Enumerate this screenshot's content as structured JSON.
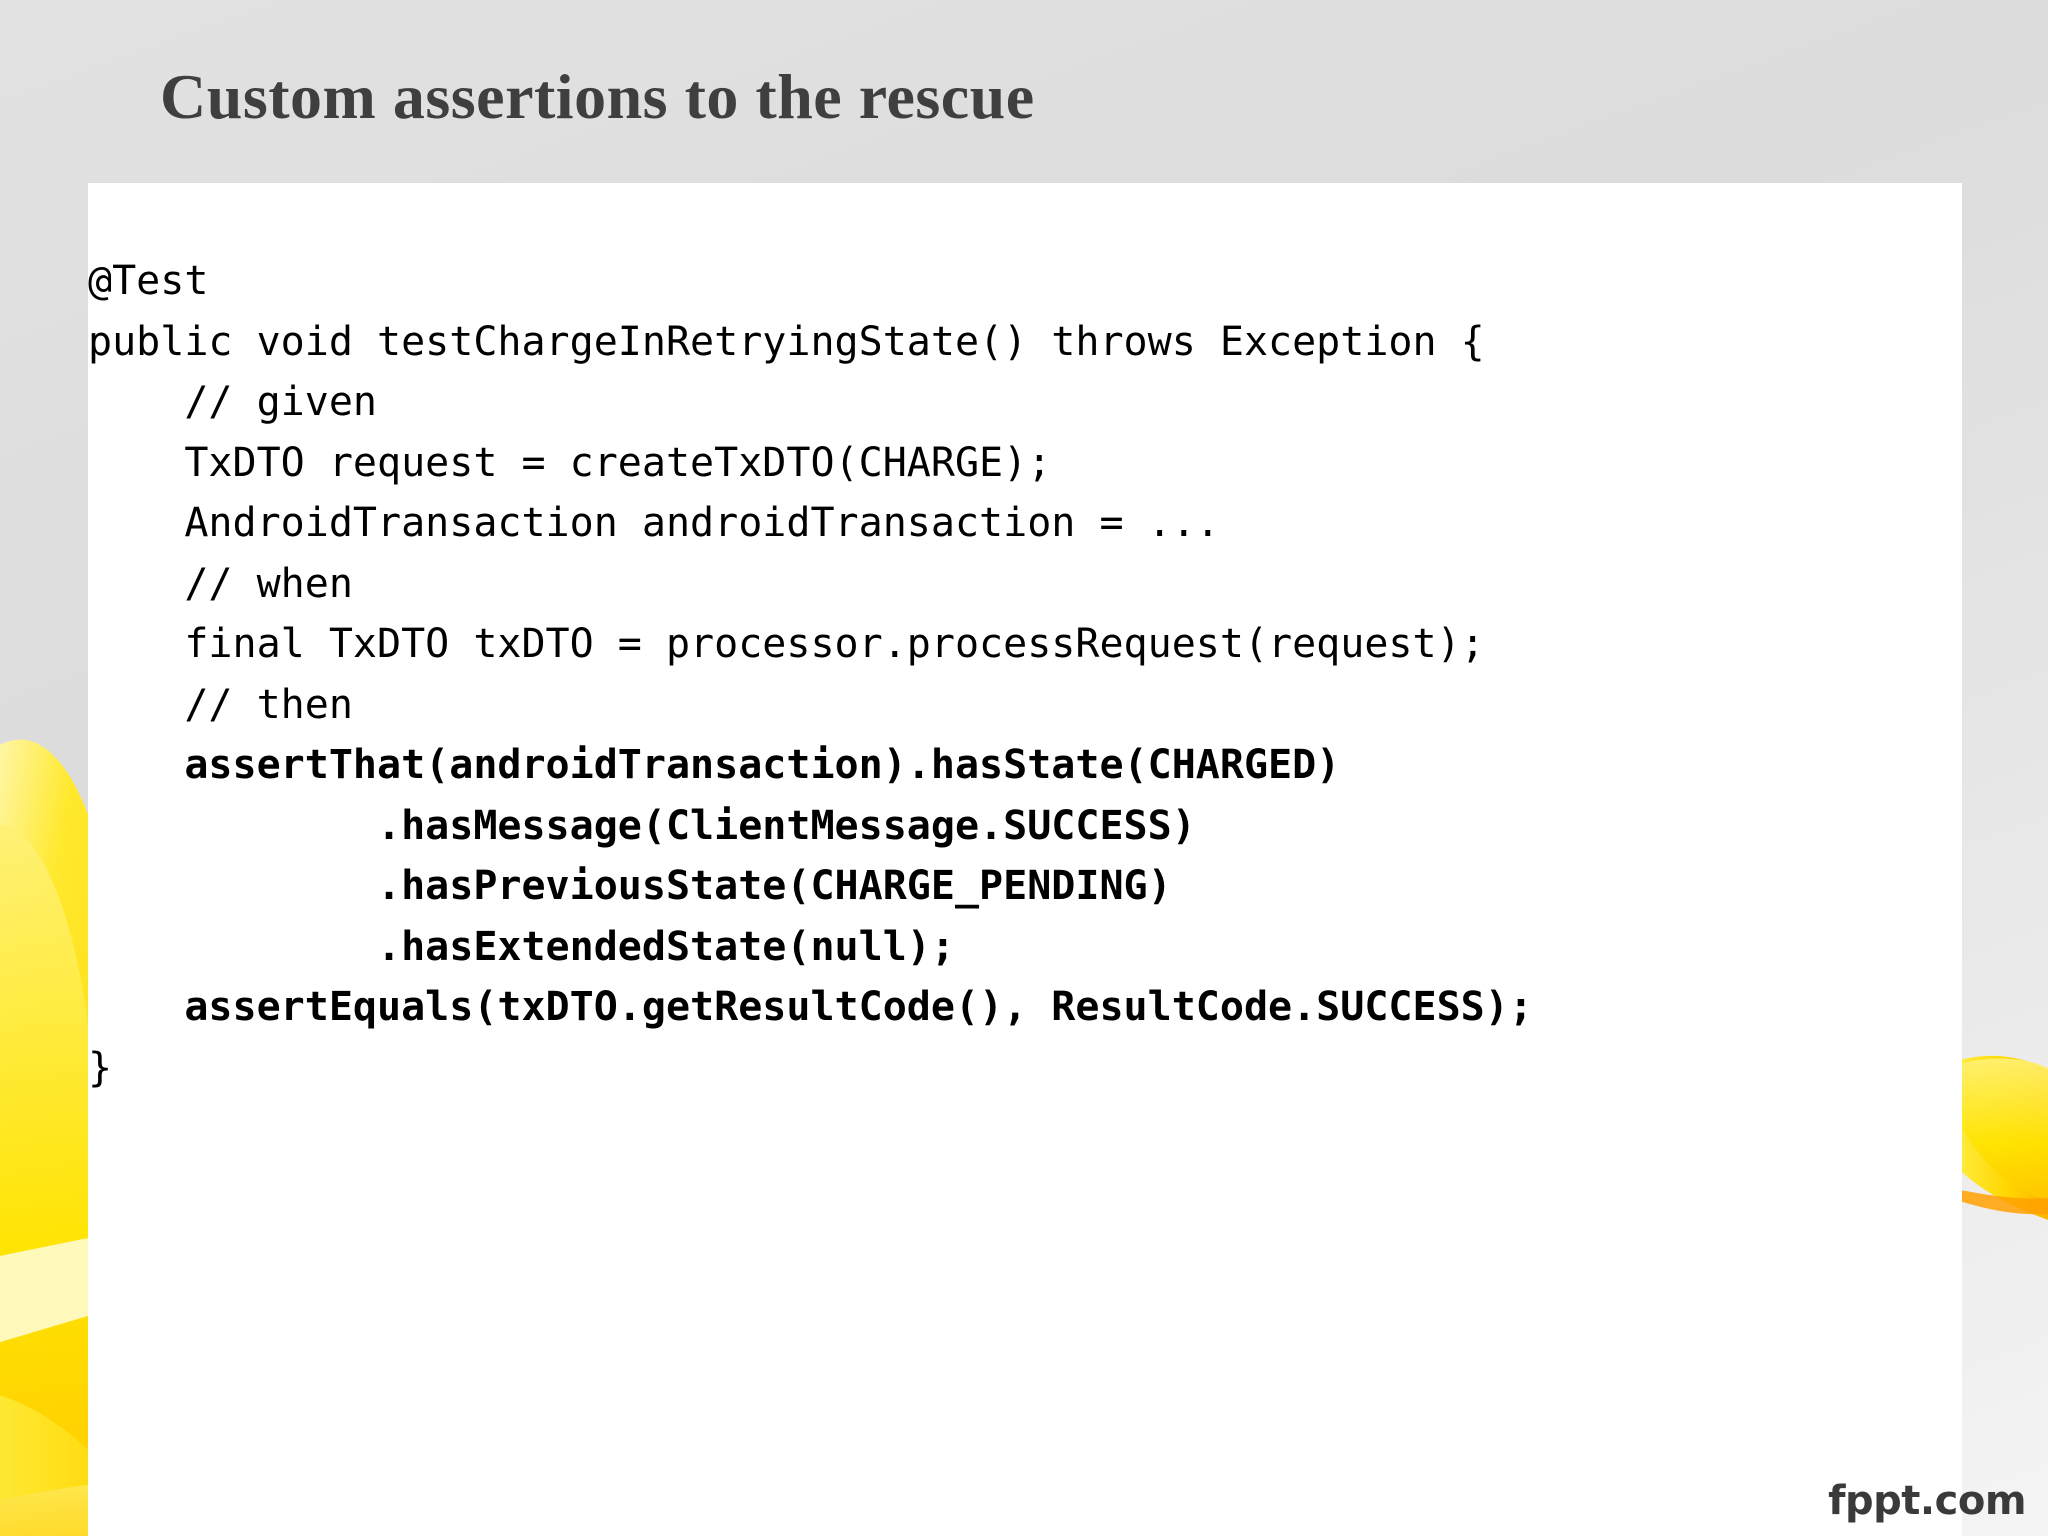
{
  "slide": {
    "title": "Custom assertions to the rescue",
    "watermark": "fppt.com",
    "background_color": "#e2e2e2",
    "panel_color": "#ffffff",
    "title_color": "#3f3f3f",
    "accent_color": "#ffe000"
  },
  "code": {
    "language": "java",
    "lines": [
      {
        "text": "@Test",
        "bold": false
      },
      {
        "text": "public void testChargeInRetryingState() throws Exception {",
        "bold": false
      },
      {
        "text": "    // given",
        "bold": false
      },
      {
        "text": "    TxDTO request = createTxDTO(CHARGE);",
        "bold": false
      },
      {
        "text": "    AndroidTransaction androidTransaction = ...",
        "bold": false
      },
      {
        "text": "    // when",
        "bold": false
      },
      {
        "text": "    final TxDTO txDTO = processor.processRequest(request);",
        "bold": false
      },
      {
        "text": "    // then",
        "bold": false
      },
      {
        "text": "    assertThat(androidTransaction).hasState(CHARGED)",
        "bold": true
      },
      {
        "text": "            .hasMessage(ClientMessage.SUCCESS)",
        "bold": true
      },
      {
        "text": "            .hasPreviousState(CHARGE_PENDING)",
        "bold": true
      },
      {
        "text": "            .hasExtendedState(null);",
        "bold": true
      },
      {
        "text": "    assertEquals(txDTO.getResultCode(), ResultCode.SUCCESS);",
        "bold": true
      },
      {
        "text": "}",
        "bold": false
      }
    ]
  }
}
